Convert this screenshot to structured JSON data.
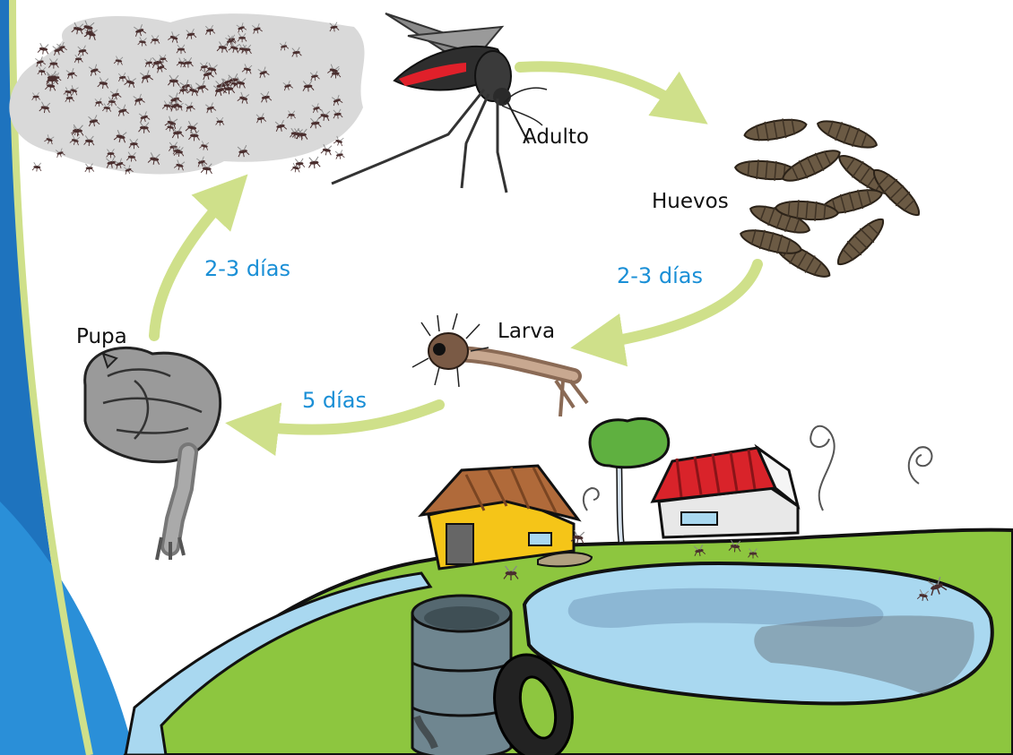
{
  "stages": {
    "adulto": "Adulto",
    "huevos": "Huevos",
    "larva": "Larva",
    "pupa": "Pupa"
  },
  "durations": {
    "huevos_larva": "2-3 días",
    "larva_pupa": "5 días",
    "pupa_adulto": "2-3 días"
  },
  "colors": {
    "arrow": "#cfe08a",
    "duration_text": "#1a8fd6",
    "grass": "#8dc63f",
    "water": "#a9d8f0",
    "swarm_cloud": "#d9d9d9",
    "egg": "#6b5a44",
    "mosquito_body": "#3a3a3a",
    "mosquito_accent": "#e0202a",
    "house_yellow": "#f5c518",
    "roof_red": "#d9232a",
    "roof_brown": "#b06a3a",
    "tree_green": "#5fb040",
    "barrel": "#6f8690",
    "border_blue": "#1e73be"
  }
}
